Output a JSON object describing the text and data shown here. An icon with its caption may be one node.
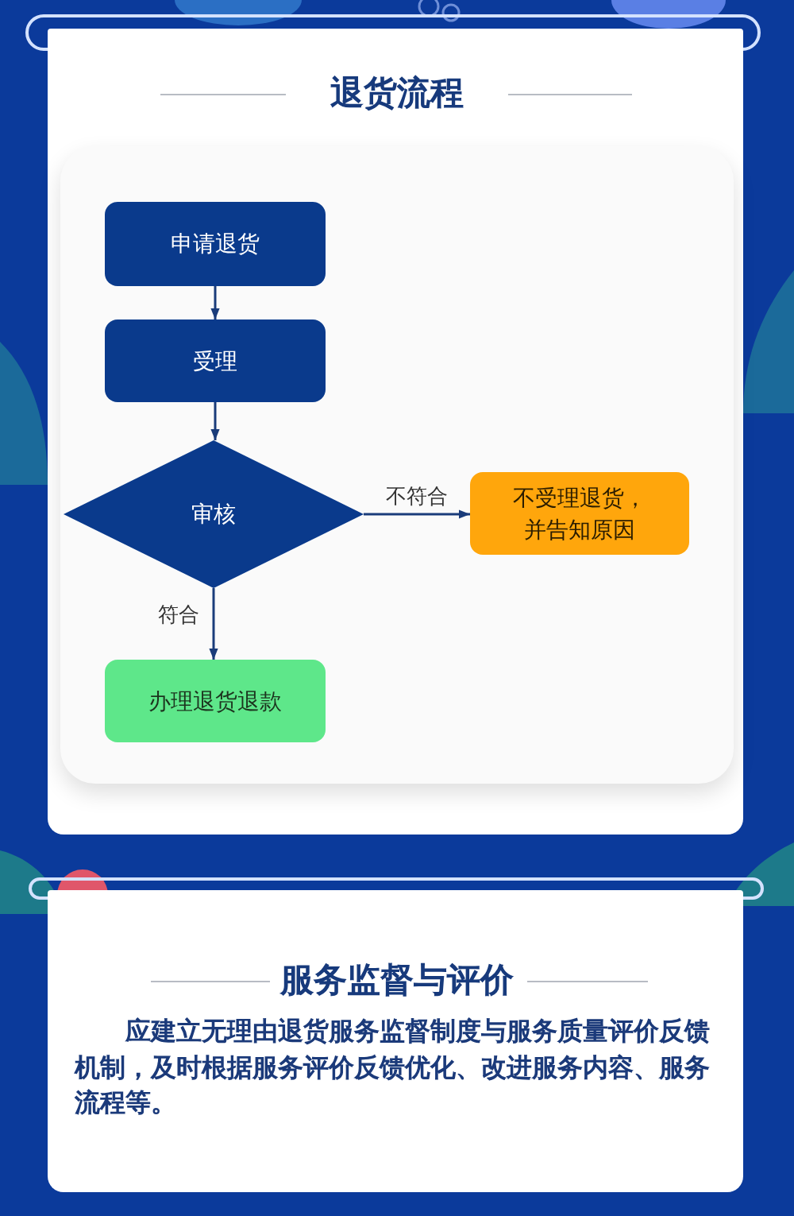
{
  "diagram": {
    "title": "退货流程",
    "nodes": [
      {
        "text": [
          "申请退货"
        ]
      },
      {
        "text": [
          "受理"
        ]
      },
      {
        "text": [
          "审核"
        ]
      },
      {
        "text": [
          "不受理退货，并告知原因"
        ]
      },
      {
        "text": [
          "办理退货退款"
        ]
      }
    ],
    "edges": [
      {
        "from": 0,
        "to": 1,
        "arrow": "to"
      },
      {
        "from": 1,
        "to": 2,
        "arrow": "to"
      },
      {
        "from": 2,
        "to": 3,
        "arrow": "to",
        "label": "不符合"
      },
      {
        "from": 2,
        "to": 4,
        "arrow": "to",
        "label": "符合"
      }
    ],
    "labels": [
      "服务监督与评价",
      "应建立无理由退货服务监督制度与服务质量评价反馈机制，及时根据服务评价反馈优化、改进服务内容、服务流程等。"
    ]
  }
}
